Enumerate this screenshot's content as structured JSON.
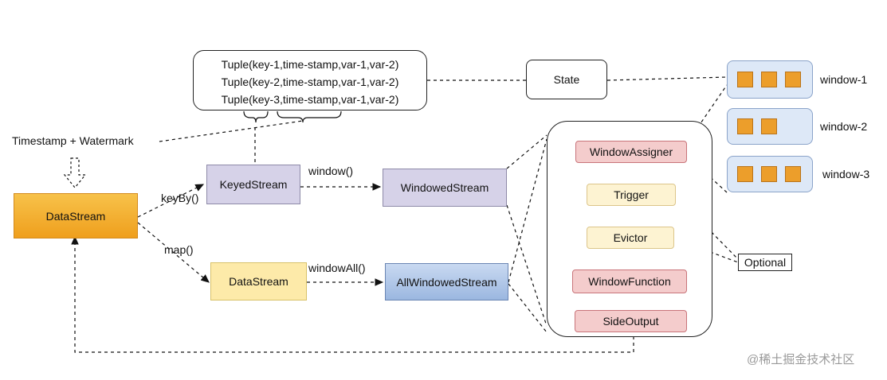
{
  "tuples": [
    "Tuple(key-1,time-stamp,var-1,var-2)",
    "Tuple(key-2,time-stamp,var-1,var-2)",
    "Tuple(key-3,time-stamp,var-1,var-2)"
  ],
  "timestamp_label": "Timestamp + Watermark",
  "state_label": "State",
  "datastream_label": "DataStream",
  "keyedstream_label": "KeyedStream",
  "windowedstream_label": "WindowedStream",
  "datastream2_label": "DataStream",
  "allwindowedstream_label": "AllWindowedStream",
  "edges": {
    "keyby": "keyBy()",
    "map": "map()",
    "window": "window()",
    "windowall": "windowAll()"
  },
  "components": {
    "window_assigner": "WindowAssigner",
    "trigger": "Trigger",
    "evictor": "Evictor",
    "window_function": "WindowFunction",
    "side_output": "SideOutput"
  },
  "windows": [
    {
      "label": "window-1",
      "count": 3
    },
    {
      "label": "window-2",
      "count": 2
    },
    {
      "label": "window-3",
      "count": 3
    }
  ],
  "optional_label": "Optional",
  "watermark": "@稀土掘金技术社区",
  "colors": {
    "datastream": "#ef9f1d",
    "keyed": "#d6d2e8",
    "yellow": "#fdeaa9",
    "blue": "#9bb7e0",
    "pink": "#f4cccc",
    "cream": "#fdf3d2",
    "window_bg": "#dde8f7",
    "window_item": "#ec9e2b"
  }
}
